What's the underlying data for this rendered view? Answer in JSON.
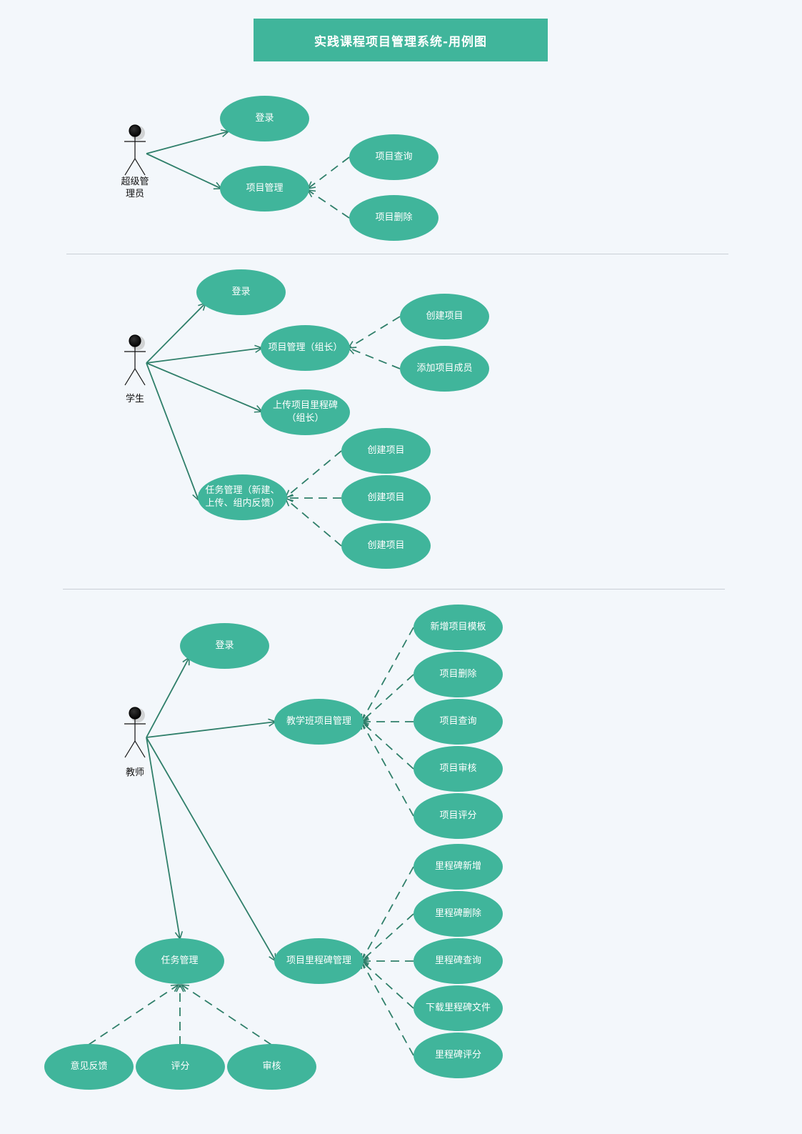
{
  "title": "实践课程项目管理系统-用例图",
  "colors": {
    "node_fill": "#40b59b",
    "edge": "#2f7f6a",
    "background": "#f3f7fb",
    "divider": "#c9cfd6"
  },
  "actors": {
    "super_admin": "超级管\n理员",
    "student": "学生",
    "teacher": "教师"
  },
  "use_cases": {
    "admin": {
      "login": "登录",
      "project_mgmt": "项目管理",
      "project_query": "项目查询",
      "project_delete": "项目删除"
    },
    "student": {
      "login": "登录",
      "project_mgmt_leader": "项目管理（组长）",
      "create_project_1": "创建项目",
      "add_member": "添加项目成员",
      "upload_milestone": "上传项目里程碑\n（组长）",
      "task_mgmt": "任务管理（新建、\n上传、组内反馈）",
      "create_project_2": "创建项目",
      "create_project_3": "创建项目",
      "create_project_4": "创建项目"
    },
    "teacher": {
      "login": "登录",
      "class_project_mgmt": "教学班项目管理",
      "new_template": "新增项目模板",
      "project_delete": "项目删除",
      "project_query": "项目查询",
      "project_review": "项目审核",
      "project_score": "项目评分",
      "milestone_add": "里程碑新增",
      "milestone_delete": "里程碑删除",
      "milestone_query": "里程碑查询",
      "milestone_download": "下载里程碑文件",
      "milestone_score": "里程碑评分",
      "milestone_mgmt": "项目里程碑管理",
      "task_mgmt": "任务管理",
      "feedback": "意见反馈",
      "score": "评分",
      "review": "审核"
    }
  }
}
